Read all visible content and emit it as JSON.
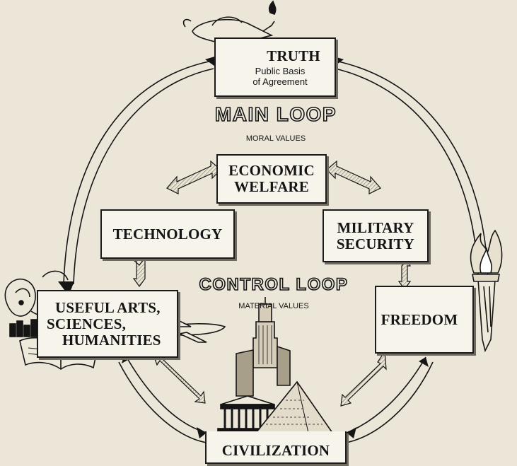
{
  "nodes": {
    "truth": {
      "title": "TRUTH",
      "subtitle_line1": "Public Basis",
      "subtitle_line2": "of Agreement"
    },
    "economic": {
      "line1": "ECONOMIC",
      "line2": "WELFARE"
    },
    "technology": {
      "title": "TECHNOLOGY"
    },
    "military": {
      "line1": "MILITARY",
      "line2": "SECURITY"
    },
    "arts": {
      "line1": "USEFUL ARTS,",
      "line2": "SCIENCES,",
      "line3": "HUMANITIES"
    },
    "freedom": {
      "title": "FREEDOM"
    },
    "civilization": {
      "title": "CIVILIZATION"
    }
  },
  "loops": {
    "main": {
      "title": "MAIN LOOP",
      "subtitle": "MORAL VALUES"
    },
    "control": {
      "title": "CONTROL LOOP",
      "subtitle": "MATERIAL VALUES"
    }
  },
  "illustrations": [
    "oil-lamp-icon",
    "torch-icon",
    "stethoscope-icon",
    "airplane-icon",
    "books-icon",
    "skyscraper-icon",
    "temple-icon",
    "pyramid-icon"
  ],
  "colors": {
    "background": "#ece6d8",
    "box_fill": "#f7f4ec",
    "ink": "#151515",
    "arrow_fill": "#d9d3c4"
  }
}
